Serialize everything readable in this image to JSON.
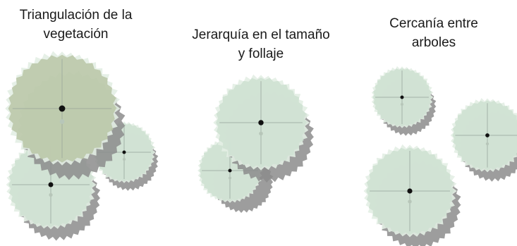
{
  "panels": [
    {
      "id": "triangulation",
      "caption": [
        "Triangulación de la",
        "vegetación"
      ]
    },
    {
      "id": "hierarchy",
      "caption": [
        "Jerarquía en el tamaño",
        "y follaje"
      ]
    },
    {
      "id": "proximity",
      "caption": [
        "Cercanía entre",
        "arboles"
      ]
    }
  ],
  "colors": {
    "canopy": "#cfe2d2",
    "canopy_edge": "#e3eee4",
    "canopy_large": "#b8c6a6",
    "shadow": "#8c8c8c",
    "trunk": "#111111",
    "crosshair": "#9aa79c"
  },
  "icons": [
    "tree-canopy-icon"
  ]
}
